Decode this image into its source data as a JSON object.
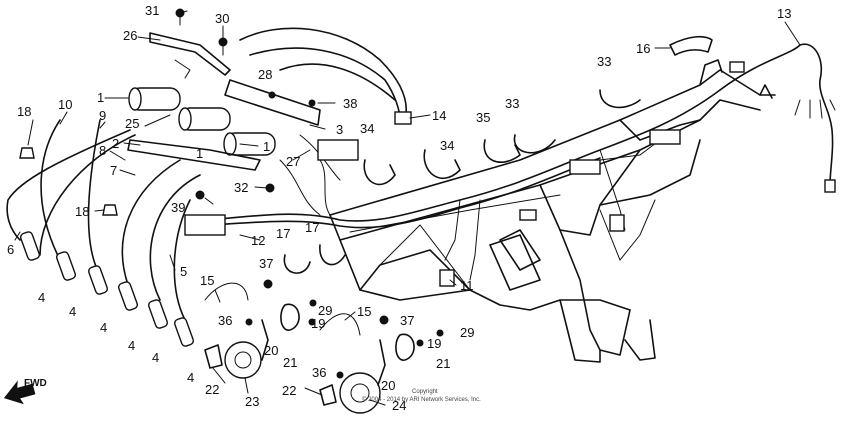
{
  "diagram": {
    "direction_label": "FWD",
    "copyright_line1": "Copyright",
    "copyright_line2": "© 2004 - 2014 by ARI Network Services, Inc.",
    "callouts": {
      "c1a": "1",
      "c1b": "1",
      "c1c": "1",
      "c2": "2",
      "c3": "3",
      "c4a": "4",
      "c4b": "4",
      "c4c": "4",
      "c4d": "4",
      "c4e": "4",
      "c4f": "4",
      "c5": "5",
      "c6": "6",
      "c7": "7",
      "c8": "8",
      "c9": "9",
      "c10": "10",
      "c11": "11",
      "c12": "12",
      "c13": "13",
      "c14": "14",
      "c15a": "15",
      "c15b": "15",
      "c16": "16",
      "c17a": "17",
      "c17b": "17",
      "c18a": "18",
      "c18b": "18",
      "c19a": "19",
      "c19b": "19",
      "c20a": "20",
      "c20b": "20",
      "c21a": "21",
      "c21b": "21",
      "c22a": "22",
      "c22b": "22",
      "c23": "23",
      "c24": "24",
      "c25": "25",
      "c26": "26",
      "c27": "27",
      "c28": "28",
      "c29a": "29",
      "c29b": "29",
      "c30": "30",
      "c31": "31",
      "c32": "32",
      "c33a": "33",
      "c33b": "33",
      "c34a": "34",
      "c34b": "34",
      "c35": "35",
      "c36a": "36",
      "c36b": "36",
      "c37a": "37",
      "c37b": "37",
      "c38": "38",
      "c39": "39"
    }
  }
}
